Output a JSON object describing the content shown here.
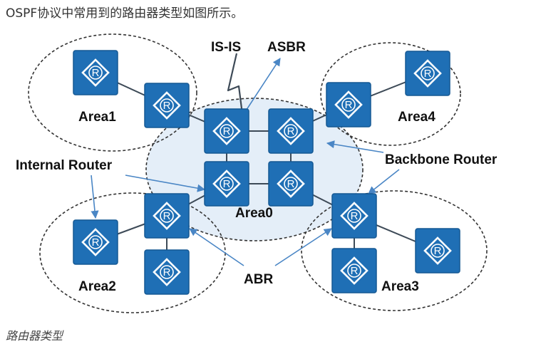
{
  "intro_text": "OSPF协议中常用到的路由器类型如图所示。",
  "caption": "路由器类型",
  "router_glyph": "R",
  "colors": {
    "router_fill": "#1f6fb5",
    "router_stroke": "#155893",
    "area0_fill": "#e4eef8",
    "link": "#3d4a57",
    "arrow": "#4a86c5"
  },
  "labels": {
    "area0": "Area0",
    "area1": "Area1",
    "area2": "Area2",
    "area3": "Area3",
    "area4": "Area4",
    "isis": "IS-IS",
    "asbr": "ASBR",
    "internal_router": "Internal Router",
    "backbone_router": "Backbone Router",
    "abr": "ABR"
  }
}
